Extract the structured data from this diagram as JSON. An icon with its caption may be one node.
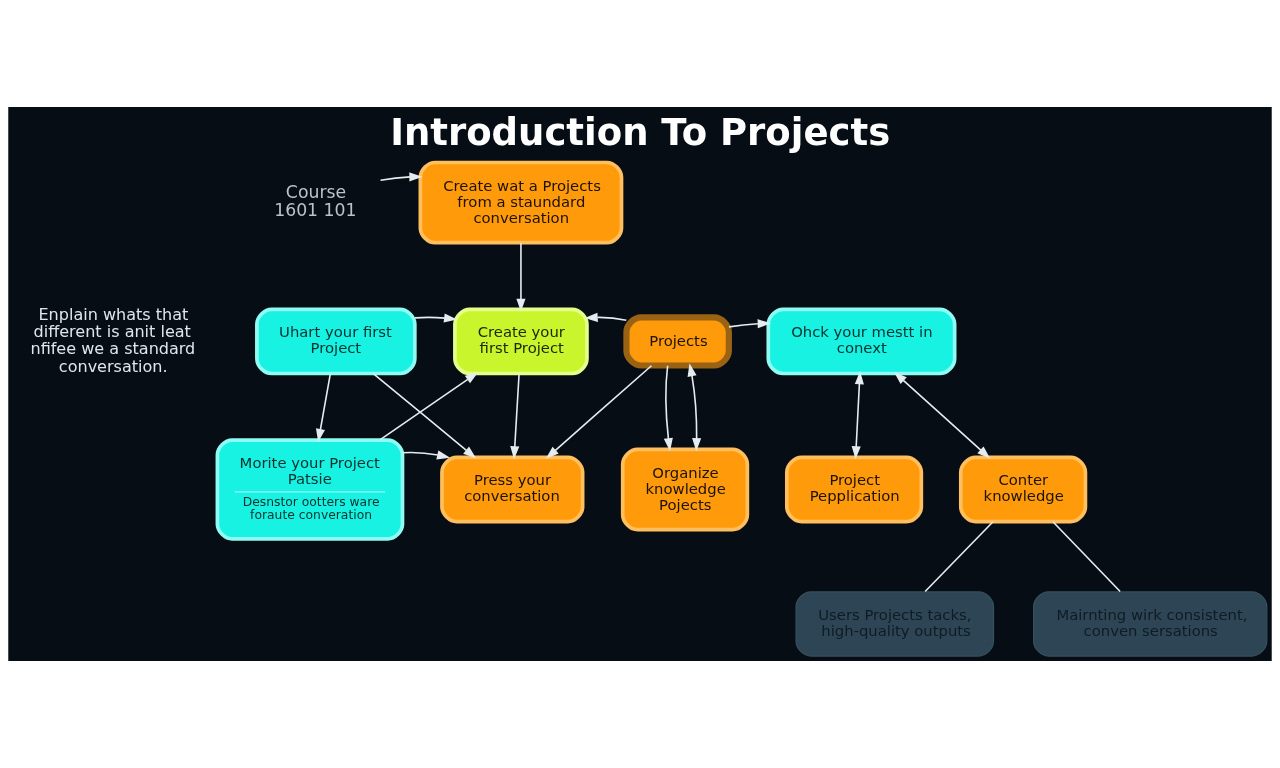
{
  "diagram": {
    "title": "Introduction To Projects",
    "nodes": [
      {
        "text": [
          "Course 1601 101"
        ]
      },
      {
        "text": [
          "Create wat a Projects from a staundard conversation"
        ]
      },
      {
        "text": [
          "Uhart your first Project"
        ]
      },
      {
        "text": [
          "Create your first Project"
        ]
      },
      {
        "text": [
          "Projects"
        ]
      },
      {
        "text": [
          "Ohck your mestt in conext"
        ]
      },
      {
        "text": [
          "Morite your Project Patsie",
          "Desnstor ootters ware foraute converation"
        ]
      },
      {
        "text": [
          "Press your conversation"
        ]
      },
      {
        "text": [
          "Organize knowledge Pojects"
        ]
      },
      {
        "text": [
          "Project Pepplication"
        ]
      },
      {
        "text": [
          "Conter knowledge"
        ]
      },
      {
        "text": [
          "Users Projects tacks, high-quality outputs"
        ]
      },
      {
        "text": [
          "Mairnting wirk consistent, conven sersations"
        ]
      }
    ],
    "edges": [
      {
        "from": 0,
        "to": 1,
        "arrow": "to"
      },
      {
        "from": 1,
        "to": 3,
        "arrow": "to"
      },
      {
        "from": 2,
        "to": 3,
        "arrow": "to"
      },
      {
        "from": 2,
        "to": 7,
        "arrow": "to"
      },
      {
        "from": 2,
        "to": 6,
        "arrow": "to"
      },
      {
        "from": 6,
        "to": 3,
        "arrow": "to"
      },
      {
        "from": 6,
        "to": 7,
        "arrow": "to"
      },
      {
        "from": 3,
        "to": 7,
        "arrow": "to"
      },
      {
        "from": 4,
        "to": 3,
        "arrow": "to"
      },
      {
        "from": 4,
        "to": 7,
        "arrow": "to"
      },
      {
        "from": 4,
        "to": 8,
        "arrow": "to"
      },
      {
        "from": 4,
        "to": 5,
        "arrow": "to"
      },
      {
        "from": 4,
        "to": 8,
        "arrow": "both"
      },
      {
        "from": 5,
        "to": 9,
        "arrow": "both"
      },
      {
        "from": 5,
        "to": 10,
        "arrow": "both"
      },
      {
        "from": 10,
        "to": 11,
        "arrow": "none"
      },
      {
        "from": 10,
        "to": 12,
        "arrow": "none"
      }
    ],
    "labels": [
      "Enplain whats that different is anit leat nfifee we a standard conversation."
    ]
  }
}
